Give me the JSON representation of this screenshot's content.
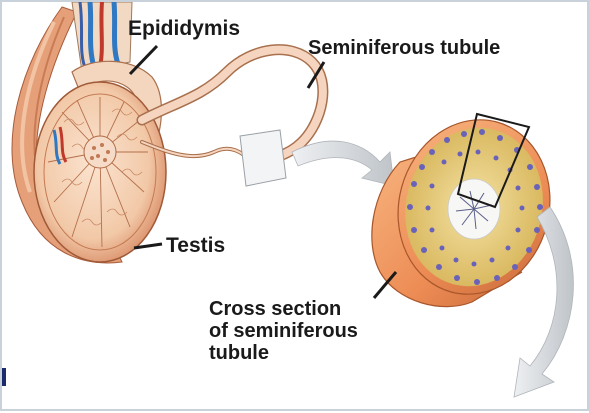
{
  "labels": {
    "epididymis": "Epididymis",
    "seminiferous_tubule": "Seminiferous tubule",
    "testis": "Testis",
    "cross_section": [
      "Cross section",
      "of seminiferous",
      "tubule"
    ]
  },
  "colors": {
    "testis_fill": "#f2c9a8",
    "tubule_fill": "#f6d5c0",
    "cross_section_wall": "#ed8c55",
    "cross_section_interior": "#e8c86a",
    "cell_nuclei": "#6a62b8",
    "arrow": "#c9cdd1",
    "vessels_blue": "#2f78c4",
    "vessels_red": "#c0392b"
  }
}
